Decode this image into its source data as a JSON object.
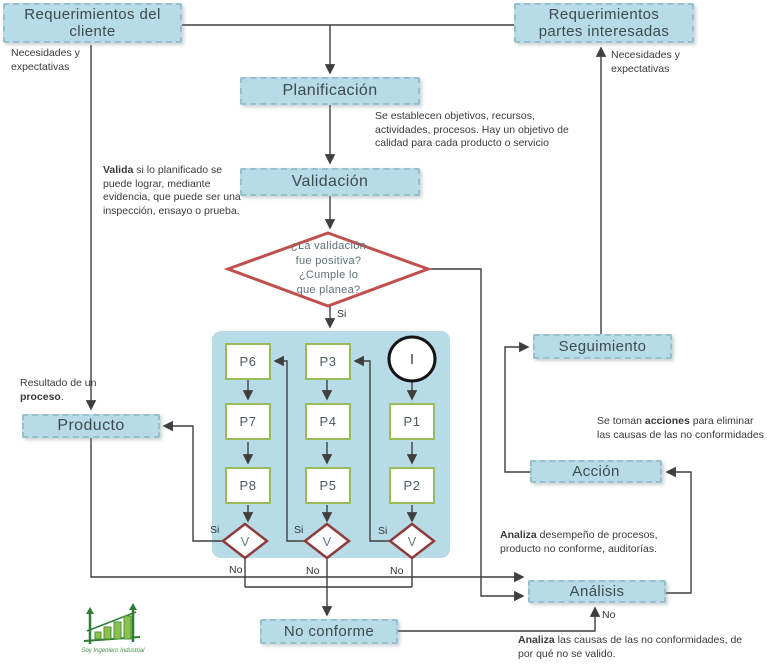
{
  "boxes": {
    "req_cliente_lines": [
      "Requerimientos del",
      "cliente"
    ],
    "req_partes_lines": [
      "Requerimientos",
      "partes interesadas"
    ],
    "planificacion": "Planificación",
    "validacion": "Validación",
    "seguimiento": "Seguimiento",
    "producto": "Producto",
    "accion": "Acción",
    "analisis": "Análisis",
    "no_conforme": "No conforme"
  },
  "decision": {
    "lines": [
      "¿La validación",
      "fue positiva?",
      "¿Cumple lo",
      "que planea?"
    ]
  },
  "process_grid": {
    "i": "I",
    "p1": "P1",
    "p2": "P2",
    "p3": "P3",
    "p4": "P4",
    "p5": "P5",
    "p6": "P6",
    "p7": "P7",
    "p8": "P8",
    "v": "V"
  },
  "labels": {
    "si": "Si",
    "no": "No"
  },
  "notes": {
    "necesidades": "Necesidades y expectativas",
    "planificacion": "Se establecen objetivos, recursos, actividades, procesos. Hay un objetivo de calidad para cada producto o servicio",
    "valida_bold": "Valida",
    "valida_rest": " si lo planificado se puede lograr, mediante evidencia, que puede ser una inspección, ensayo o prueba.",
    "resultado_pre": "Resultado de un ",
    "resultado_bold": "proceso",
    "resultado_post": ".",
    "acciones_pre": "Se toman ",
    "acciones_bold": "acciones",
    "acciones_post": " para eliminar las causas de las no conformidades",
    "analiza_desempeno_bold": "Analiza",
    "analiza_desempeno_rest": " desempeño de procesos, producto no conforme, auditorías.",
    "analiza_causas_bold": "Analiza",
    "analiza_causas_rest": " las causas de las no conformidades, de por qué no se valido."
  },
  "logo_caption": "Soy Ingeniero Industrial",
  "colors": {
    "box_fill": "#b7dbe7",
    "box_border": "#97bfcd",
    "process_border": "#9bbb59",
    "decision_red": "#c0504d",
    "v_diamond_red": "#8e3b3b",
    "line": "#3f3f3f",
    "logo_green": "#3e8e41"
  }
}
